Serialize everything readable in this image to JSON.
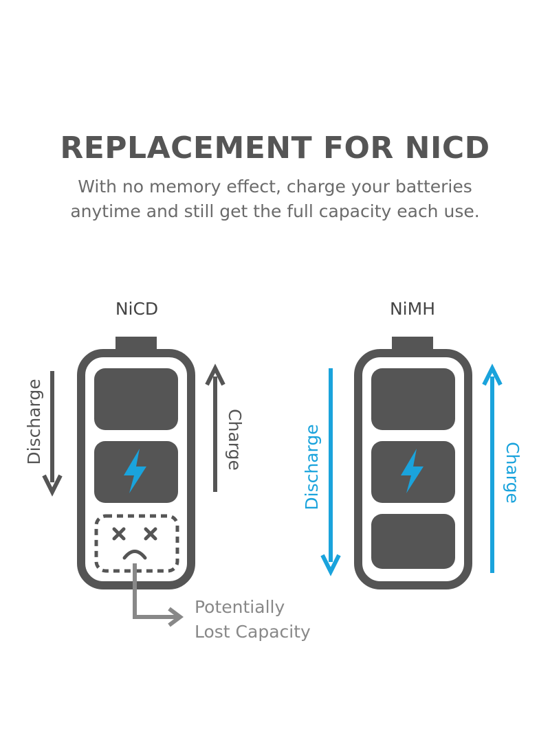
{
  "header": {
    "title": "REPLACEMENT FOR NICD",
    "subtitle_line1": "With no memory effect, charge your batteries",
    "subtitle_line2": "anytime and still get the full capacity each use."
  },
  "nicd": {
    "label": "NiCD",
    "discharge_label": "Discharge",
    "charge_label": "Charge",
    "lost_capacity_line1": "Potentially",
    "lost_capacity_line2": "Lost Capacity"
  },
  "nimh": {
    "label": "NiMH",
    "discharge_label": "Discharge",
    "charge_label": "Charge"
  },
  "colors": {
    "battery": "#555555",
    "accent": "#1aa3dc",
    "arrow_gray": "#555555",
    "callout_gray": "#888888"
  }
}
